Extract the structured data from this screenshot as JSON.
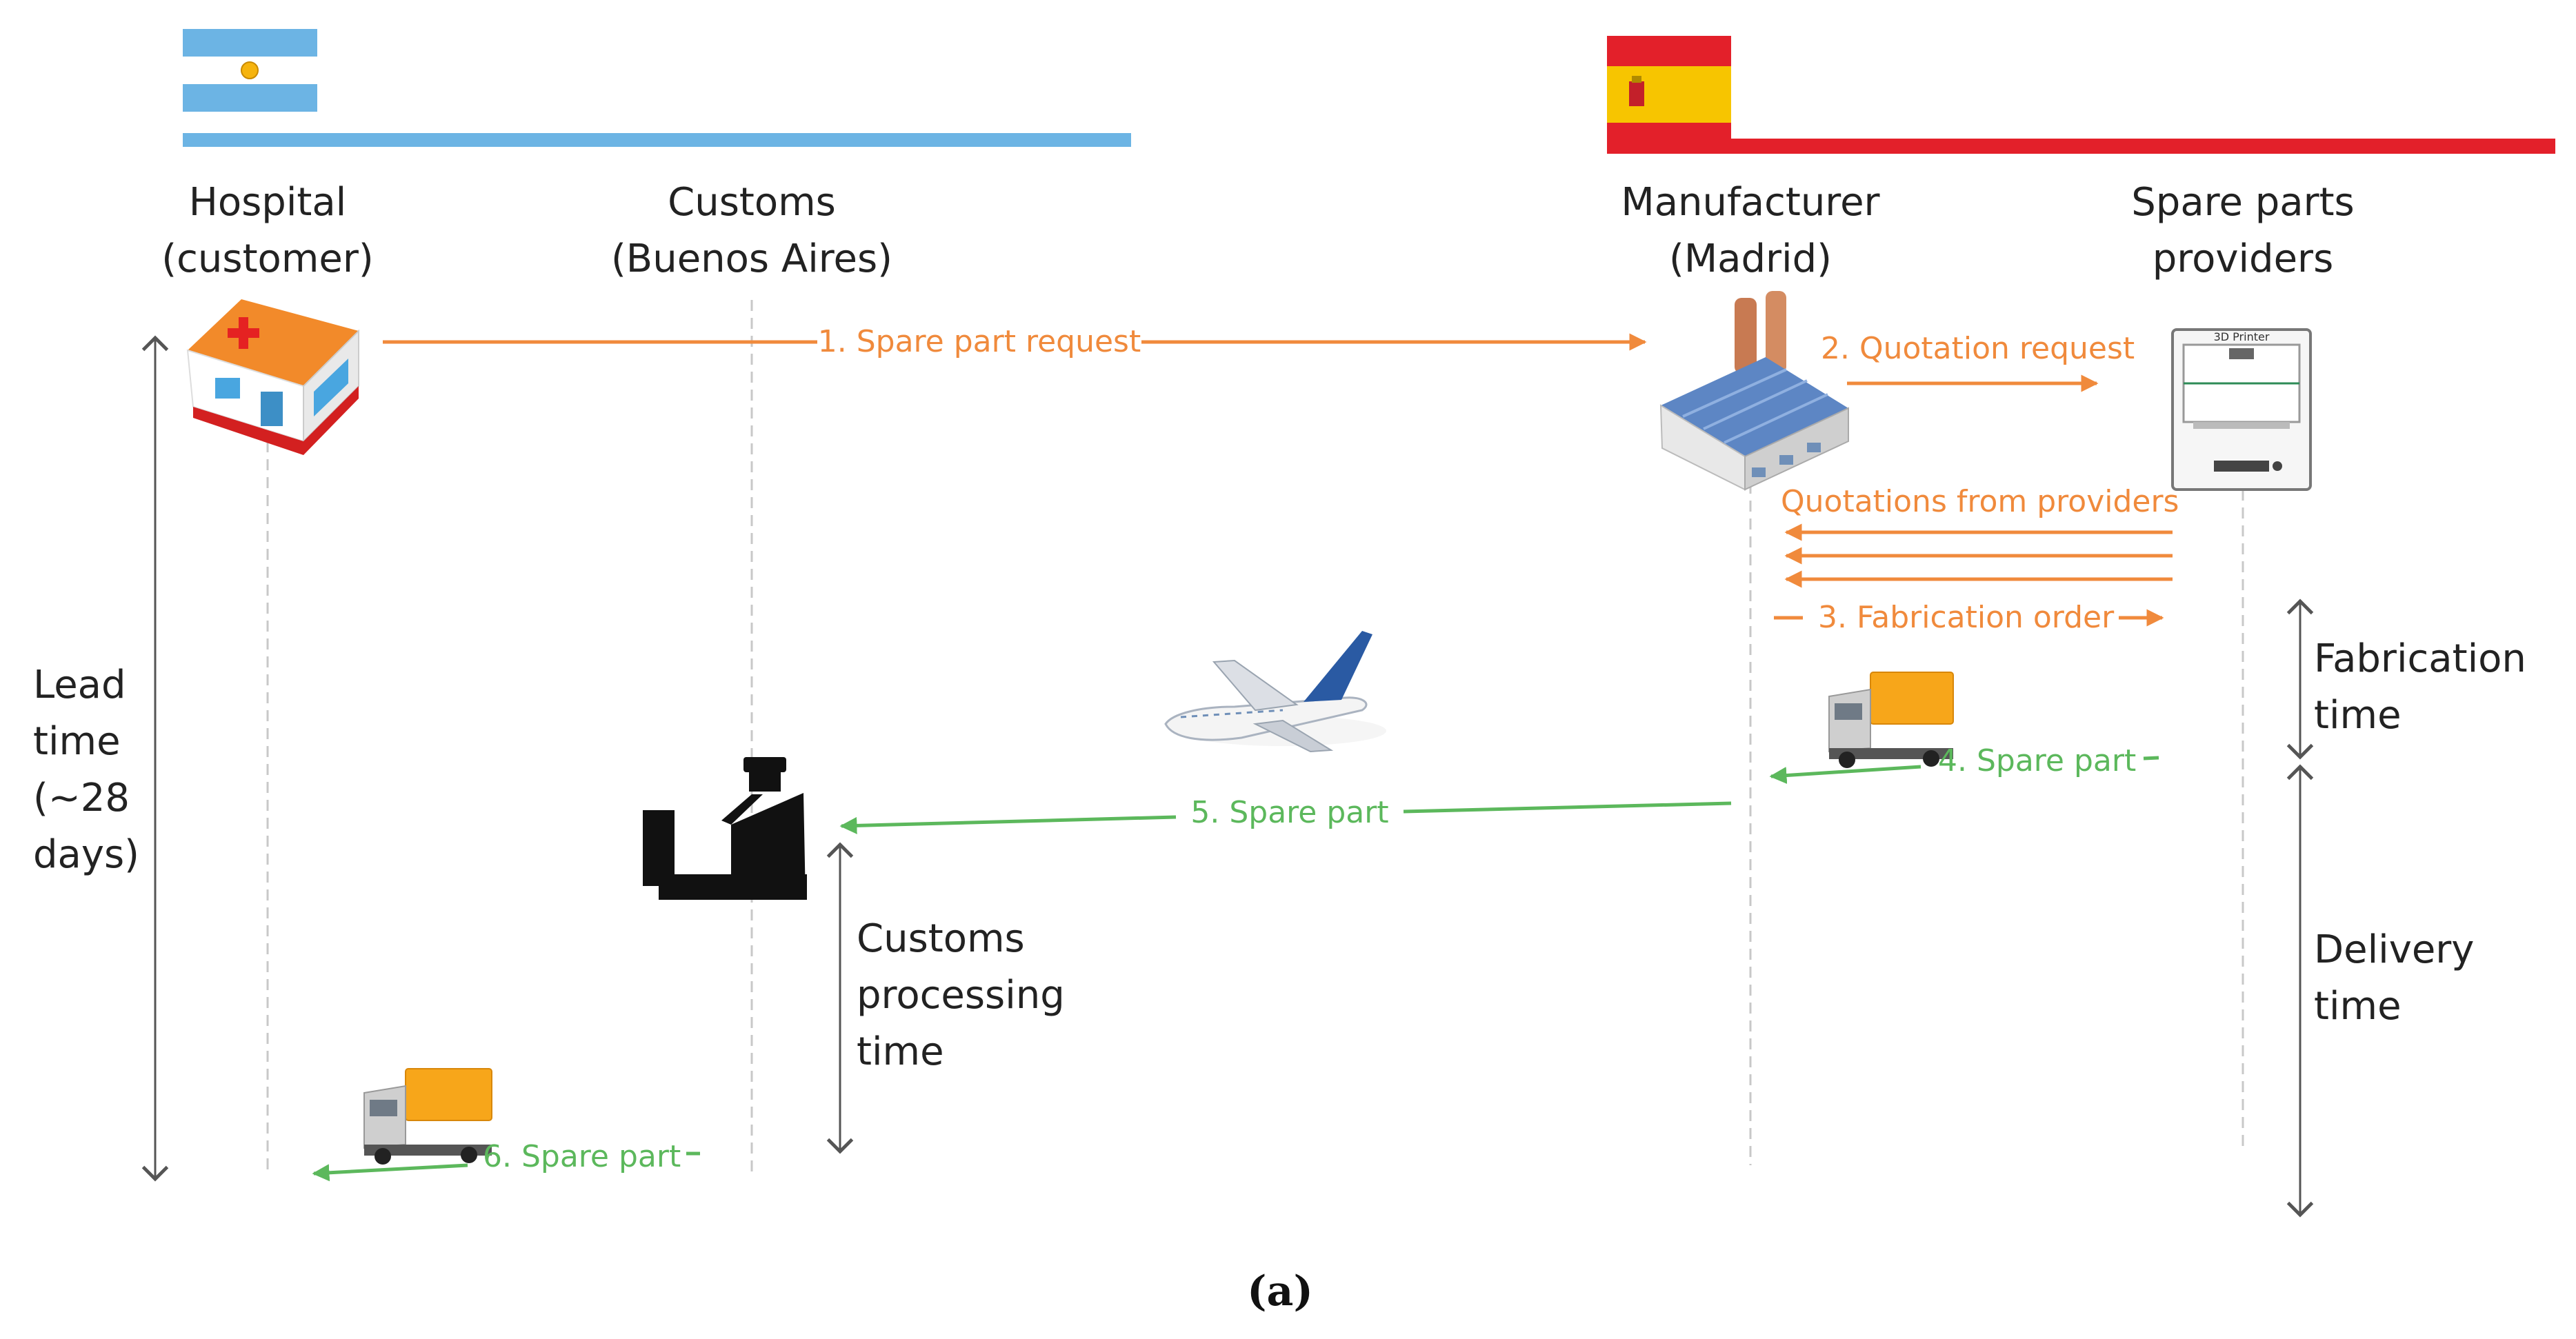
{
  "countries": {
    "argentina": {
      "colors": {
        "sky": "#6cb4e4",
        "white": "#ffffff",
        "sun": "#f6b40e"
      }
    },
    "spain": {
      "colors": {
        "red": "#e3202a",
        "yellow": "#f7c500"
      }
    }
  },
  "actors": [
    {
      "id": "hospital",
      "line1": "Hospital",
      "line2": "(customer)"
    },
    {
      "id": "customs",
      "line1": "Customs",
      "line2": "(Buenos Aires)"
    },
    {
      "id": "manufacturer",
      "line1": "Manufacturer",
      "line2": "(Madrid)"
    },
    {
      "id": "providers",
      "line1": "Spare parts",
      "line2": "providers"
    }
  ],
  "messages": {
    "m1": "1. Spare part request",
    "m2": "2. Quotation request",
    "m_quotes": "Quotations from providers",
    "m3": "3. Fabrication order",
    "m4": "4. Spare part",
    "m5": "5. Spare part",
    "m6": "6. Spare part"
  },
  "durations": {
    "lead": {
      "l1": "Lead",
      "l2": "time",
      "l3": "(~28",
      "l4": "days)"
    },
    "customs": {
      "l1": "Customs",
      "l2": "processing",
      "l3": "time"
    },
    "fabrication": {
      "l1": "Fabrication",
      "l2": "time"
    },
    "delivery": {
      "l1": "Delivery",
      "l2": "time"
    }
  },
  "printer_label": "3D Printer",
  "caption": "(a)",
  "colors": {
    "request": "#f08a3c",
    "delivery": "#5cb85c",
    "lifeline": "#c8c8c8",
    "duration": "#555555"
  },
  "icons": [
    "hospital-icon",
    "factory-icon",
    "3d-printer-icon",
    "airplane-icon",
    "customs-officer-icon",
    "truck-icon"
  ]
}
